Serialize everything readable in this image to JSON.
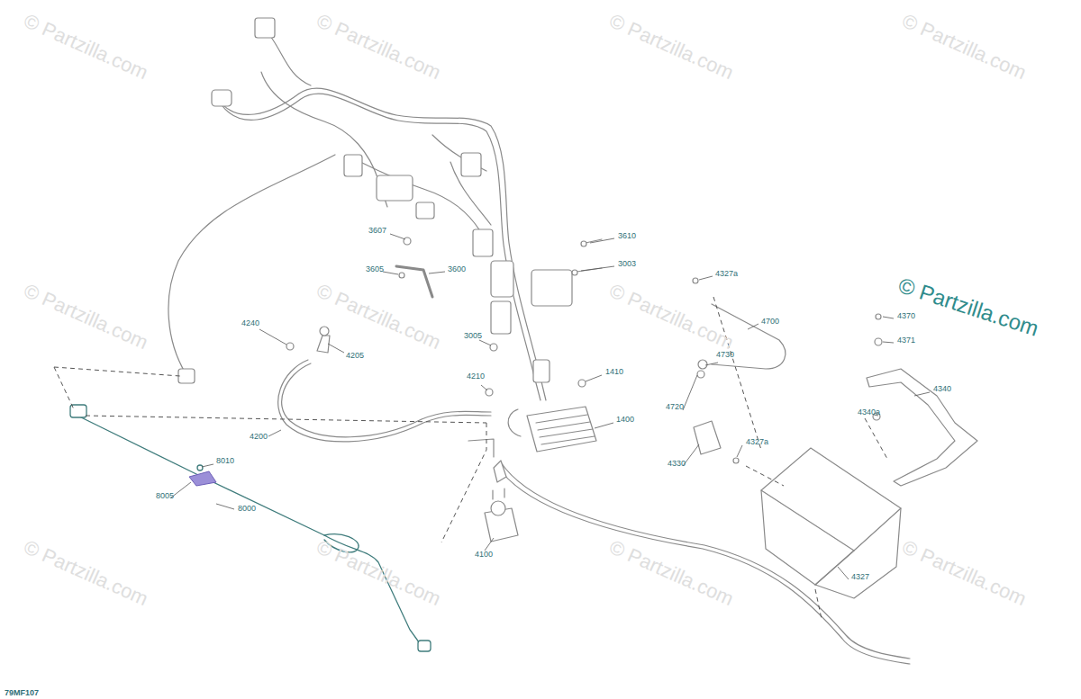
{
  "diagram": {
    "labels": [
      "© Partzilla.com",
      "© Partzilla.com",
      "© Partzilla.com",
      "© Partzilla.com",
      "© Partzilla.com",
      "© Partzilla.com",
      "© Partzilla.com",
      "© Partzilla.com",
      "© Partzilla.com",
      "© Partzilla.com",
      "© Partzilla.com",
      "© Partzilla.com",
      "3607",
      "3610",
      "3605",
      "3600",
      "3003",
      "4327a",
      "4370",
      "4371",
      "4240",
      "4205",
      "3005",
      "4700",
      "4730",
      "4340",
      "4210",
      "1410",
      "4720",
      "4200",
      "1400",
      "4340a",
      "8010",
      "4330",
      "4327a",
      "8005",
      "8000",
      "4100",
      "4327",
      "79MF107"
    ]
  }
}
